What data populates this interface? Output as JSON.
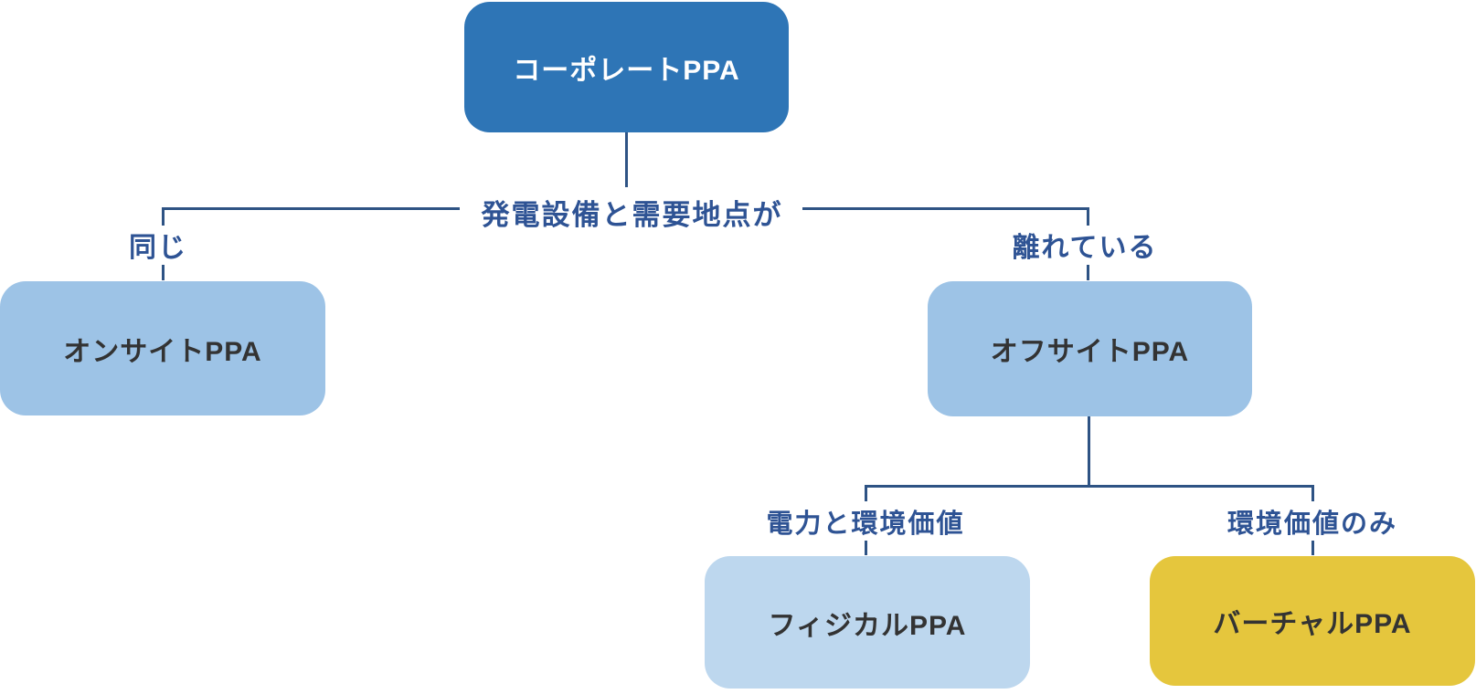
{
  "diagram": {
    "type": "decision-tree",
    "root": {
      "label": "コーポレートPPA"
    },
    "question": "発電設備と需要地点が",
    "branches": {
      "same": {
        "condition": "同じ",
        "node": "オンサイトPPA"
      },
      "apart": {
        "condition": "離れている",
        "node": "オフサイトPPA"
      }
    },
    "offsite_branches": {
      "power_and_env": {
        "condition": "電力と環境価値",
        "node": "フィジカルPPA"
      },
      "env_only": {
        "condition": "環境価値のみ",
        "node": "バーチャルPPA"
      }
    },
    "colors": {
      "root_fill": "#2E75B6",
      "root_text": "#FFFFFF",
      "onsite_offsite_fill": "#9DC3E6",
      "physical_fill": "#BDD7EE",
      "virtual_fill": "#E5C63D",
      "node_text": "#333333",
      "connector_line": "#2E5384",
      "branch_label_text": "#2E5394",
      "background": "#FFFFFF"
    }
  }
}
